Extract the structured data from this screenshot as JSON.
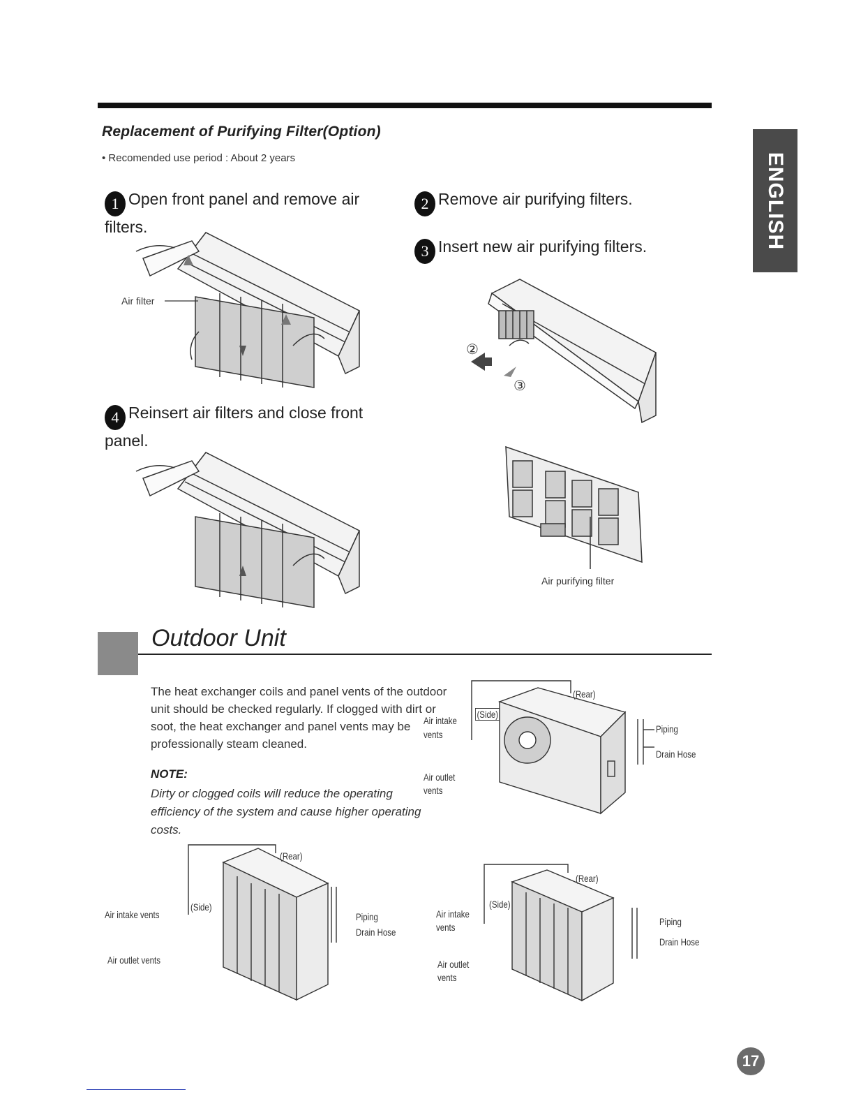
{
  "section": {
    "title": "Replacement of Purifying Filter(Option)",
    "period": "• Recomended use period : About 2 years"
  },
  "steps": [
    {
      "num": "1",
      "text": "Open front panel and remove air filters."
    },
    {
      "num": "2",
      "text": "Remove air purifying filters."
    },
    {
      "num": "3",
      "text": "Insert new air purifying filters."
    },
    {
      "num": "4",
      "text": "Reinsert air filters and close front panel."
    }
  ],
  "labels": {
    "air_filter": "Air filter",
    "callout_2": "②",
    "callout_3": "③",
    "air_purifying_filter": "Air purifying filter"
  },
  "side_tab": "ENGLISH",
  "outdoor": {
    "title": "Outdoor Unit",
    "body": "The heat exchanger coils and panel vents of the outdoor unit should be checked regularly. If clogged with dirt or soot, the heat exchanger and panel vents may be professionally steam cleaned.",
    "note_heading": "NOTE:",
    "note_text": "Dirty or clogged coils will reduce the operating efficiency of the system and cause higher operating costs."
  },
  "diagram_labels": {
    "rear": "(Rear)",
    "side": "(Side)",
    "air_intake_vents": "Air intake vents",
    "air_outlet_vents": "Air outlet vents",
    "air_intake": "Air intake",
    "air_outlet": "Air outlet",
    "vents": "vents",
    "piping": "Piping",
    "drain_hose": "Drain Hose"
  },
  "page_number": "17",
  "colors": {
    "text": "#222222",
    "tab": "#4a4a4a",
    "box": "#8a8a8a",
    "footer_rule": "#2a3fb5"
  }
}
